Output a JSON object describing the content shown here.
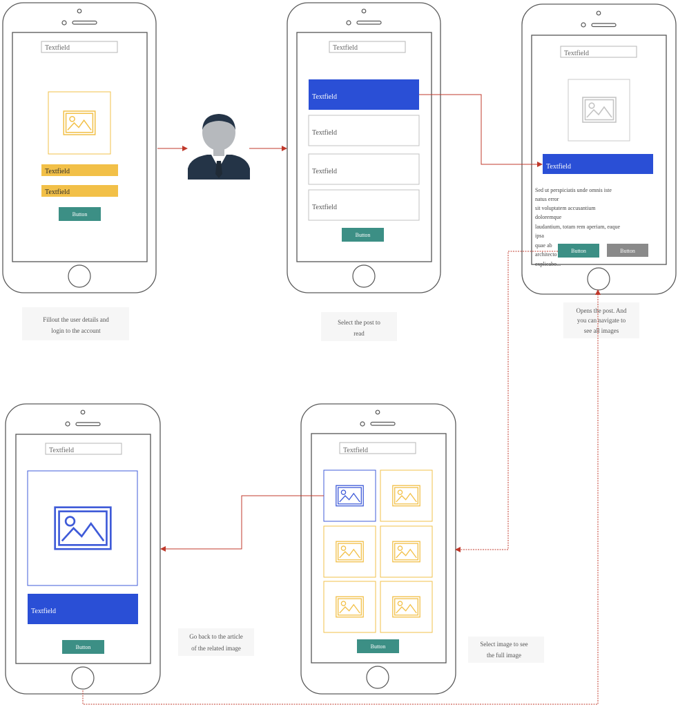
{
  "colors": {
    "accent_blue": "#2a4fd6",
    "gold": "#f2c048",
    "teal": "#3c8f85",
    "gray_button": "#8a8a8a",
    "connector": "#c0392b"
  },
  "phone1": {
    "search_field": "Textfield",
    "field_1": "Textfield",
    "field_2": "Textfield",
    "button": "Button",
    "caption_line1": "Fillout  the  user  details  and",
    "caption_line2": "login  to  the  account"
  },
  "phone2": {
    "search_field": "Textfield",
    "item_selected": "Textfield",
    "item_2": "Textfield",
    "item_3": "Textfield",
    "item_4": "Textfield",
    "button": "Button",
    "caption_line1": "Select  the  post  to",
    "caption_line2": "read"
  },
  "phone3": {
    "search_field": "Textfield",
    "title_bar": "Textfield",
    "paragraph": [
      "Sed  ut  perspiciatis    unde  omnis  iste",
      "natus   error",
      "sit  voluptatem    accusantium",
      "doloremque",
      "laudantium,   totam   rem   aperiam,   eaque",
      "ipsa",
      "quae   ab",
      "architecto",
      "explicabo..."
    ],
    "button_primary": "Button",
    "button_secondary": "Button",
    "caption_line1": "Opens   the   post.  And",
    "caption_line2": "you  can  navigate  to",
    "caption_line3": "see  all  images"
  },
  "phone4": {
    "search_field": "Textfield",
    "title_bar": "Textfield",
    "button": "Button",
    "caption_line1": "Go back  to  the  article",
    "caption_line2": "of  the   related  image"
  },
  "phone5": {
    "search_field": "Textfield",
    "button": "Button",
    "caption_line1": "Select  image  to  see",
    "caption_line2": "the  full image"
  },
  "icons": {
    "user": "user-avatar-icon",
    "image": "image-placeholder-icon"
  }
}
